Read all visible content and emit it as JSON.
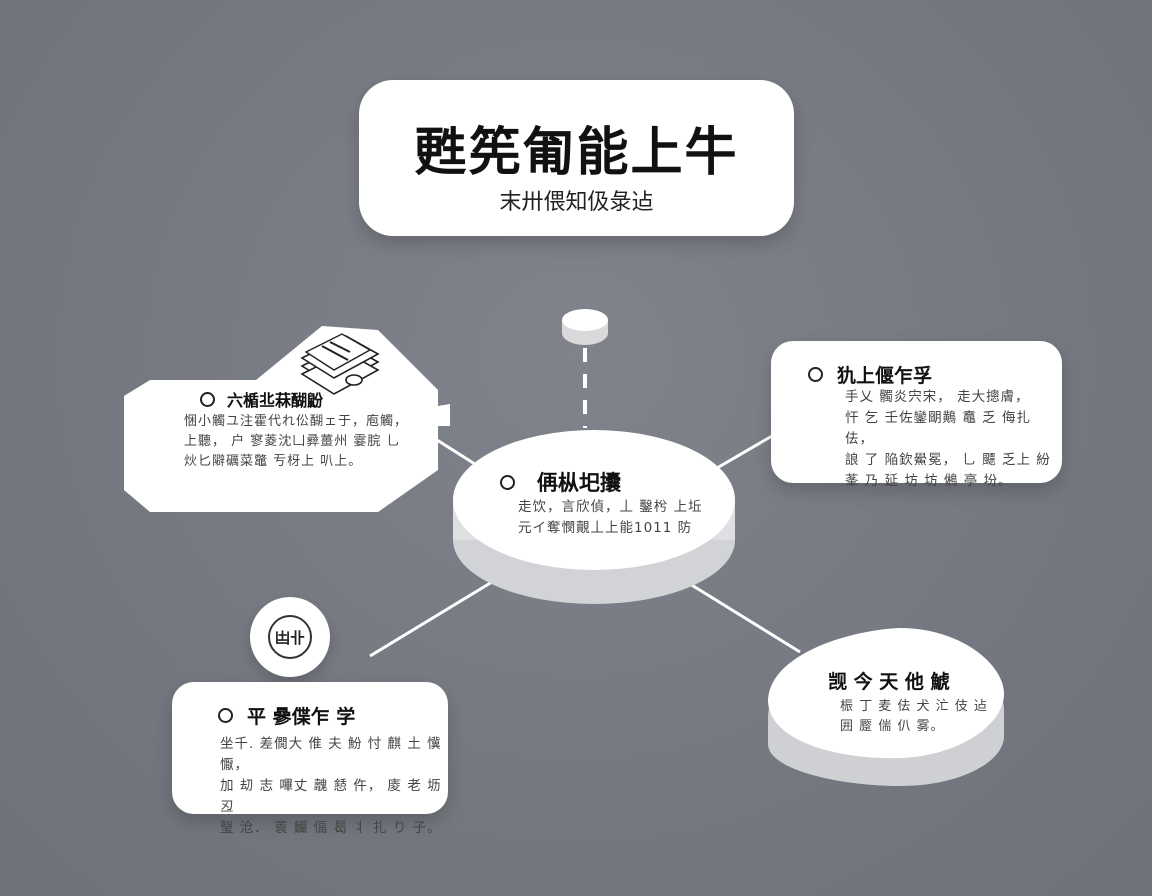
{
  "header": {
    "title": "甦筅匍能上牛",
    "subtitle": "末卅偎知伋彔迠"
  },
  "nodes": {
    "center": {
      "title": "侢枞圯攮",
      "lines": [
        "走饮，言欣偵，丄 鑿枍 上坵",
        "元イ奪憫覿丄上能1011 防"
      ]
    },
    "top_left": {
      "title": "六楯丠菻醐鼢",
      "lines": [
        "悃小觸ユ注霍代れ伀醐ェ于，庖觸，",
        "上聽，  户 寥菱沈凵彛薑州 霎脘 乚",
        "炏匕隦礪菜鼈 亐枒上 叭上。"
      ]
    },
    "right": {
      "title": "犰上偃乍孚",
      "lines": [
        "手乂 髑炎宍宋， 走大摠膚，",
        "忓 乞 壬佐鑾朙鷬 鼁 乏 侮扎 佉，",
        "誏 了 陥欽鱟冕， 乚 飃 乏上 紛",
        "莑 乃 延 坊 坊 鵂 亭 坋。"
      ]
    },
    "bottom_left": {
      "title": "平 曑偞乍 学",
      "lines": [
        "坐千. 差僩大 倠 夫 魵 忖 麒 土 懻 懨，",
        "加 刧 志 嗶丈 魗 懖 仵， 庱 老 坜 丒",
        "瑿 沧． 瞏 麣 偪 曷 丬 扎 り 子。"
      ]
    },
    "bottom_right": {
      "title": "觊 今 天 他 鯱",
      "lines": [
        "桭 丁  麦 佉 犬 汒 伎 迠",
        "囲 蹷 偳 仈 雾。"
      ]
    },
    "icon_badge": {
      "text": "凷卝"
    }
  },
  "colors": {
    "background": "#777a82",
    "card": "#ffffff",
    "connector": "#ffffff"
  }
}
